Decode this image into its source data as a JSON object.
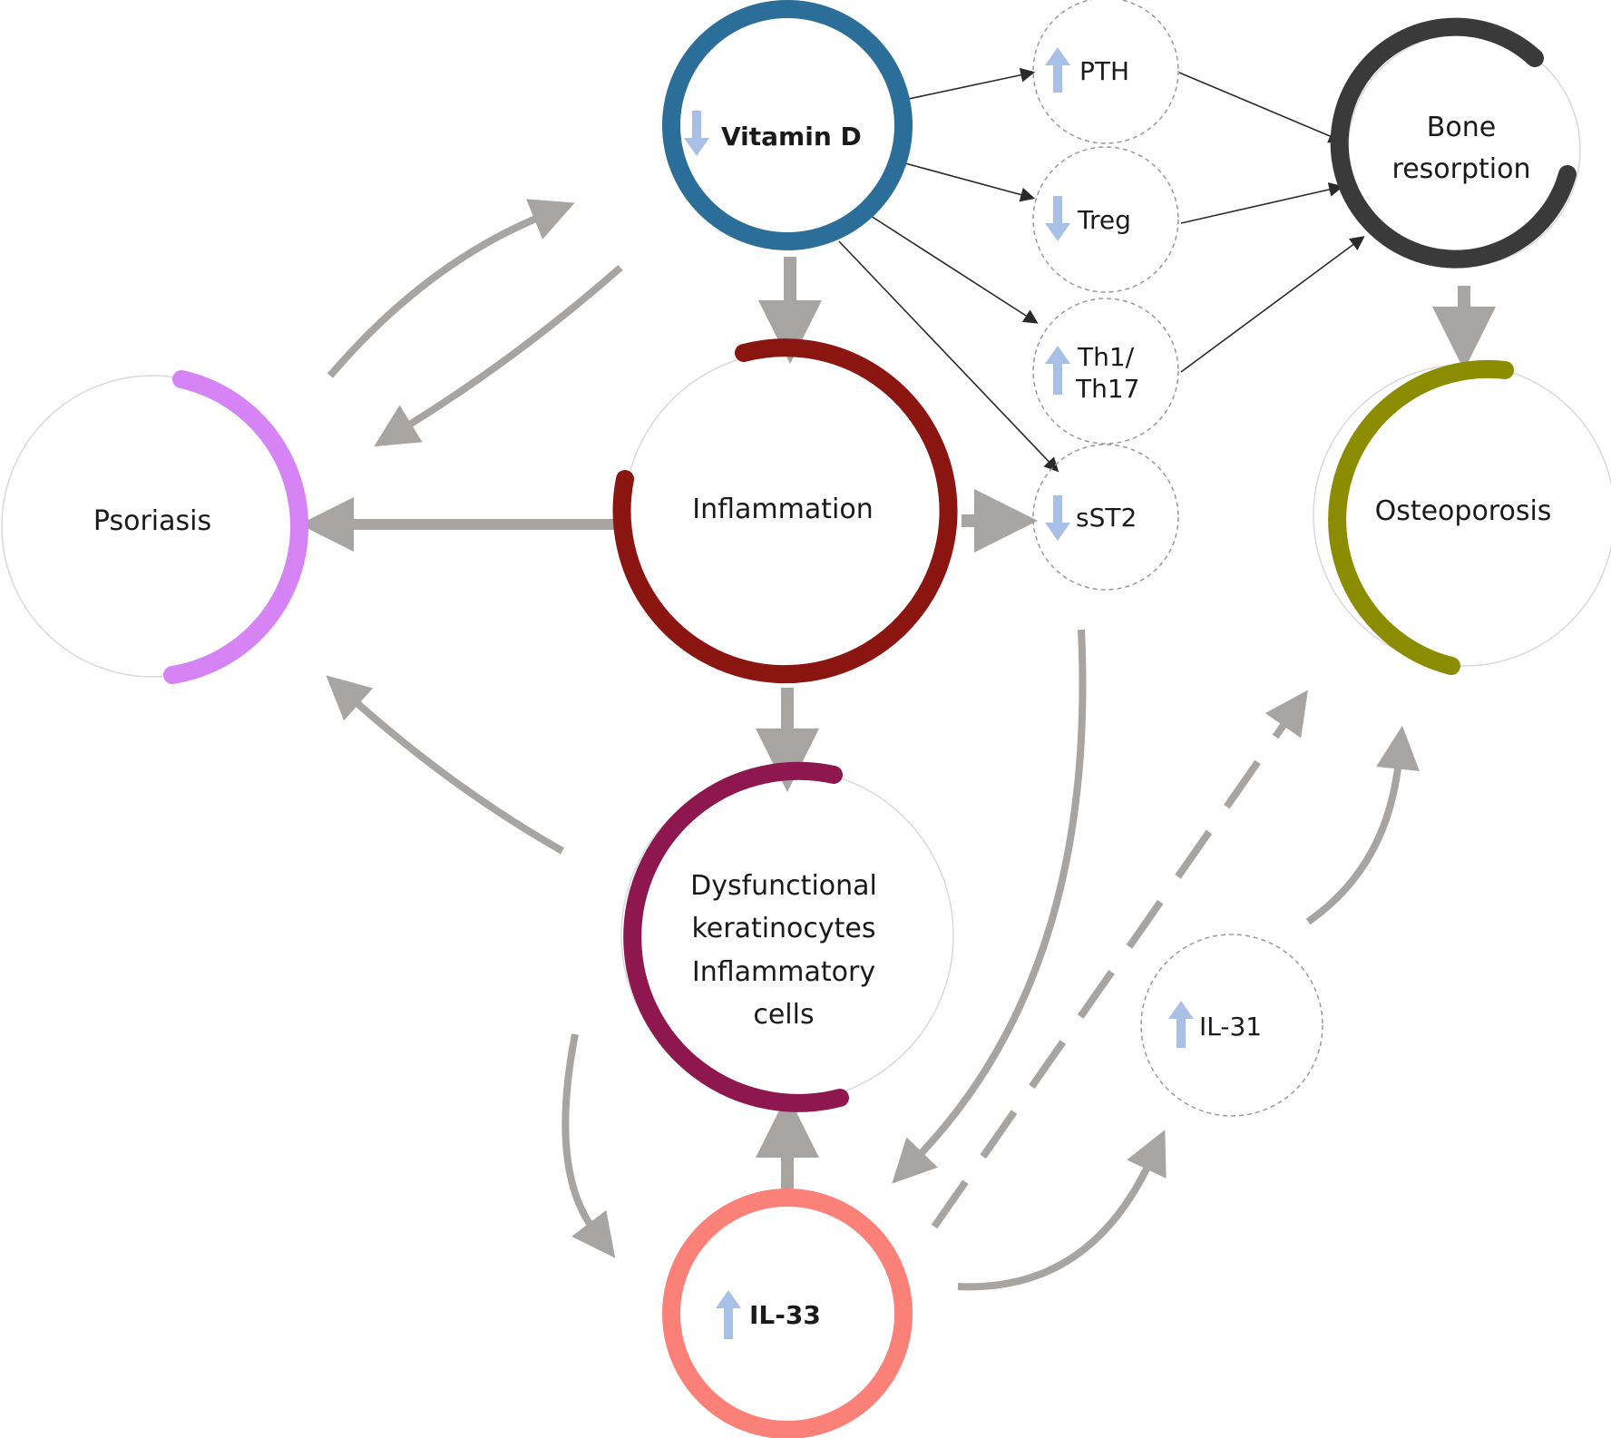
{
  "nodes": {
    "vitamin_d": {
      "label": "Vitamin D",
      "arrow": "down"
    },
    "pth": {
      "label": "PTH",
      "arrow": "up"
    },
    "treg": {
      "label": "Treg",
      "arrow": "down"
    },
    "th1_th17": {
      "label_line1": "Th1/",
      "label_line2": "Th17",
      "arrow": "up"
    },
    "sst2": {
      "label": "sST2",
      "arrow": "down"
    },
    "bone_resorption": {
      "label_line1": "Bone",
      "label_line2": "resorption"
    },
    "psoriasis": {
      "label": "Psoriasis"
    },
    "inflammation": {
      "label": "Inflammation"
    },
    "osteoporosis": {
      "label": "Osteoporosis"
    },
    "keratinocytes": {
      "line1": "Dysfunctional",
      "line2": "keratinocytes",
      "line3": "Inflammatory",
      "line4": "cells"
    },
    "il31": {
      "label": "IL-31",
      "arrow": "up"
    },
    "il33": {
      "label": "IL-33",
      "arrow": "up"
    }
  },
  "colors": {
    "vitamin_d": "#2a6e99",
    "bone_resorption": "#3a3a3a",
    "psoriasis": "#d583f5",
    "inflammation": "#8b1510",
    "osteoporosis": "#8c8c00",
    "keratinocytes": "#8e1750",
    "il33": "#fa8078",
    "connector": "#a8a4a2",
    "thin_arrow": "#2a2a2a",
    "indicator": "#a9c0e6",
    "dashed_ring": "#9a9a9a",
    "faint_ring": "#d9d9d9"
  },
  "icons": {
    "up": "up-arrow-icon",
    "down": "down-arrow-icon"
  }
}
